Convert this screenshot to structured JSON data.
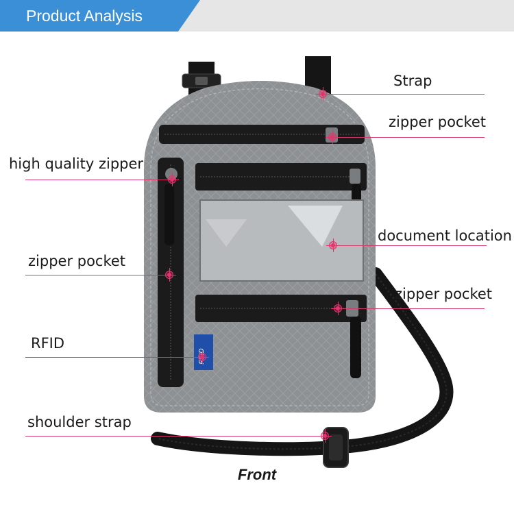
{
  "header": {
    "title": "Product Analysis",
    "accent_color": "#3b8fd6"
  },
  "colors": {
    "pouch": "#8e9193",
    "zipper": "#1b1b1b",
    "strap": "#151515",
    "marker": "#e8326e"
  },
  "labels": {
    "strap": "Strap",
    "zipper_pocket_top": "zipper pocket",
    "high_quality_zipper": "high quality zipper",
    "document_location": "document location",
    "zipper_pocket_left": "zipper pocket",
    "zipper_pocket_lower": "zipper pocket",
    "rfid": "RFID",
    "shoulder_strap": "shoulder strap"
  },
  "rfid_tag": {
    "text": "RFID"
  },
  "caption": "Front"
}
